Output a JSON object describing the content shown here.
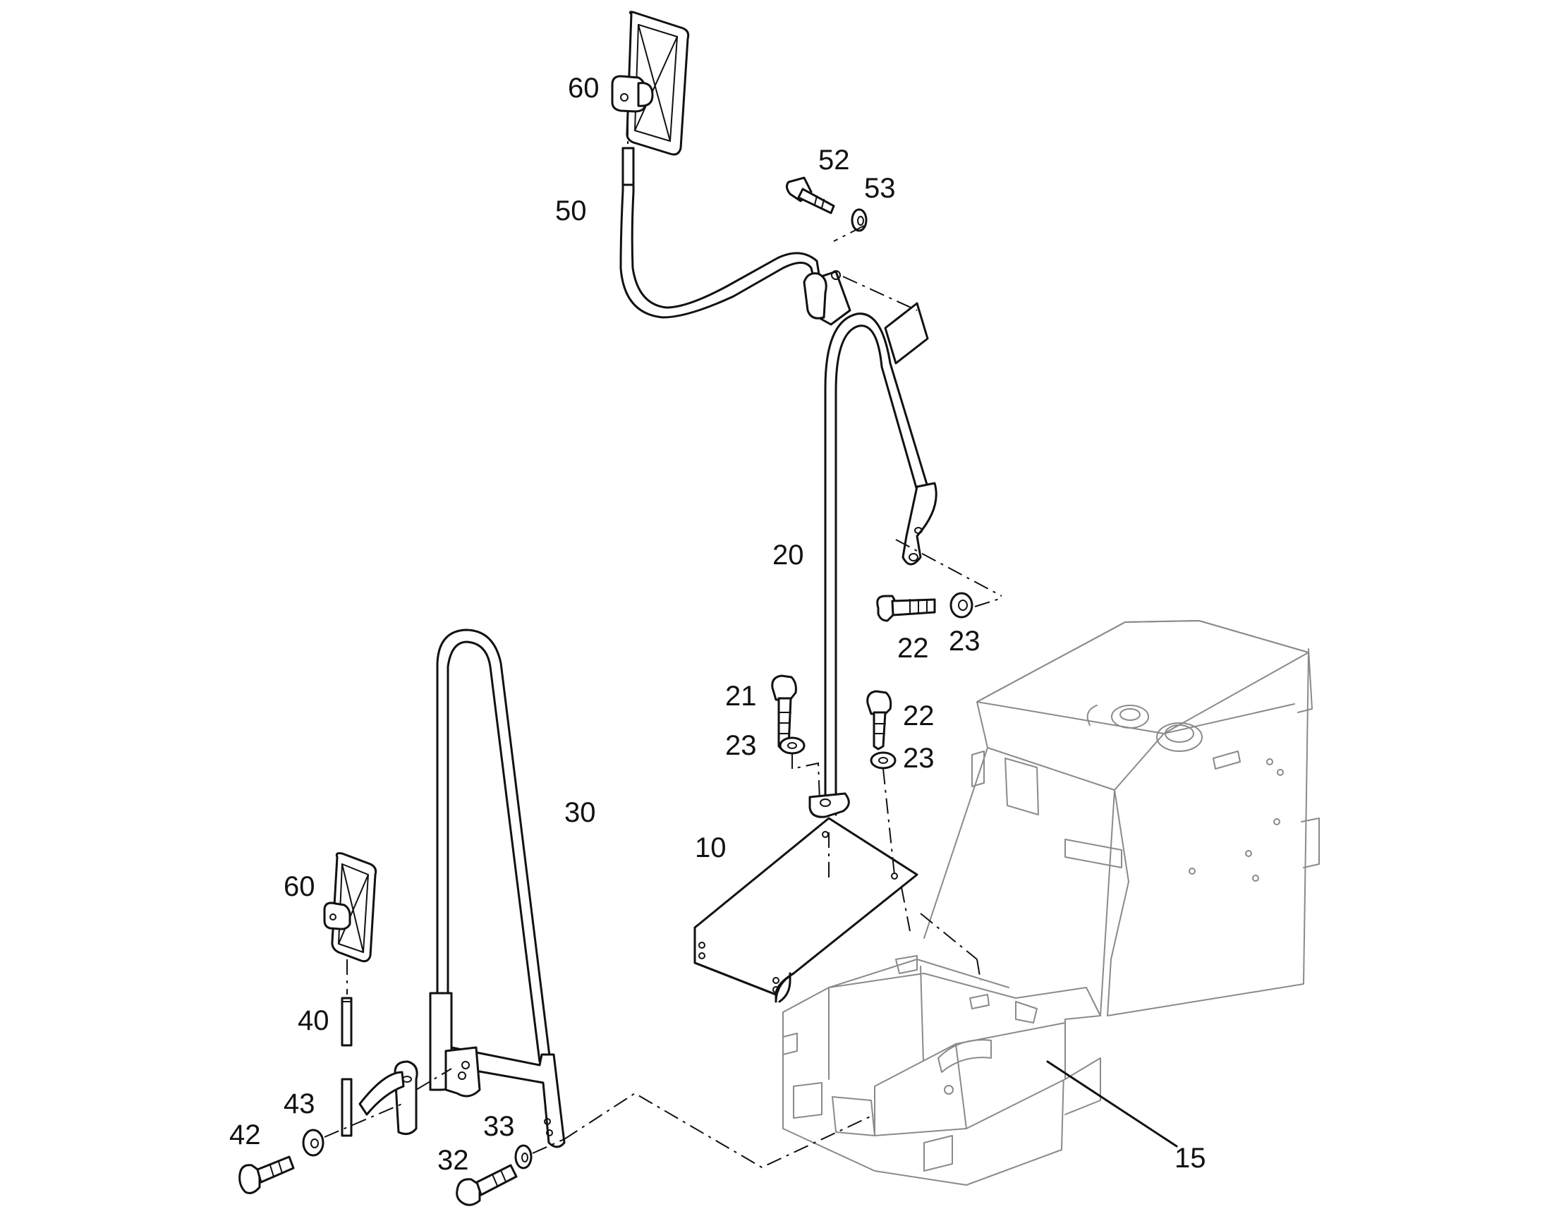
{
  "callouts": {
    "c60_top": "60",
    "c50": "50",
    "c52": "52",
    "c53": "53",
    "c20": "20",
    "c22_right": "22",
    "c23_right": "23",
    "c21": "21",
    "c23_left": "23",
    "c22_mid": "22",
    "c23_mid": "23",
    "c30": "30",
    "c10": "10",
    "c60_low": "60",
    "c40": "40",
    "c43": "43",
    "c42": "42",
    "c33": "33",
    "c32": "32",
    "c15": "15"
  }
}
